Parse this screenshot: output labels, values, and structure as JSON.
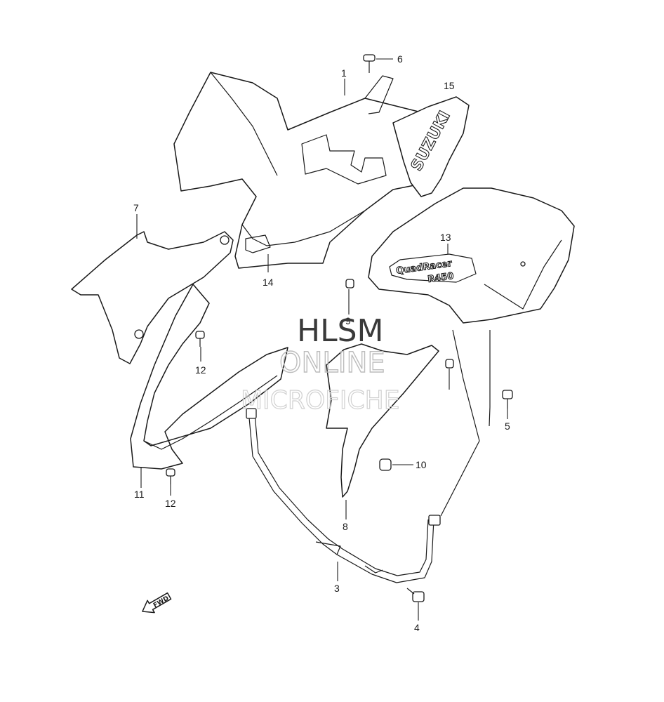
{
  "callouts": [
    {
      "id": "1",
      "label": "1"
    },
    {
      "id": "3",
      "label": "3"
    },
    {
      "id": "4",
      "label": "4"
    },
    {
      "id": "5",
      "label": "5"
    },
    {
      "id": "6",
      "label": "6"
    },
    {
      "id": "7",
      "label": "7"
    },
    {
      "id": "8",
      "label": "8"
    },
    {
      "id": "9",
      "label": "9"
    },
    {
      "id": "10",
      "label": "10"
    },
    {
      "id": "11",
      "label": "11"
    },
    {
      "id": "12a",
      "label": "12"
    },
    {
      "id": "12b",
      "label": "12"
    },
    {
      "id": "13",
      "label": "13"
    },
    {
      "id": "14",
      "label": "14"
    },
    {
      "id": "15",
      "label": "15"
    }
  ],
  "decals": {
    "brand": "SUZUKI",
    "model_line1": "QuadRacer",
    "model_line2": "R450"
  },
  "fwd_arrow": "FWD",
  "watermark": {
    "line1": "HLSM",
    "line2": "ONLINE",
    "line3": "MICROFICHE"
  }
}
